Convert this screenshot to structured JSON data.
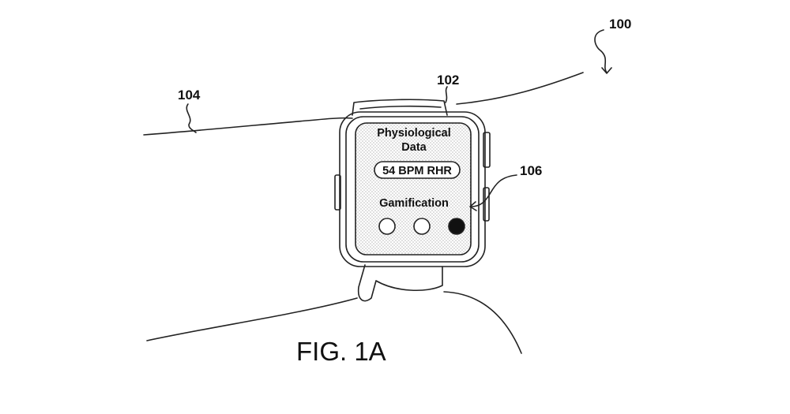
{
  "figure": {
    "caption": "FIG. 1A",
    "reference_numerals": {
      "system": "100",
      "device": "102",
      "arm": "104",
      "display_element": "106"
    }
  },
  "watch_screen": {
    "title_line_1": "Physiological",
    "title_line_2": "Data",
    "metric_readout": "54 BPM RHR",
    "gamification_label": "Gamification",
    "progress_indicators": {
      "total": 3,
      "filled": 1
    }
  }
}
